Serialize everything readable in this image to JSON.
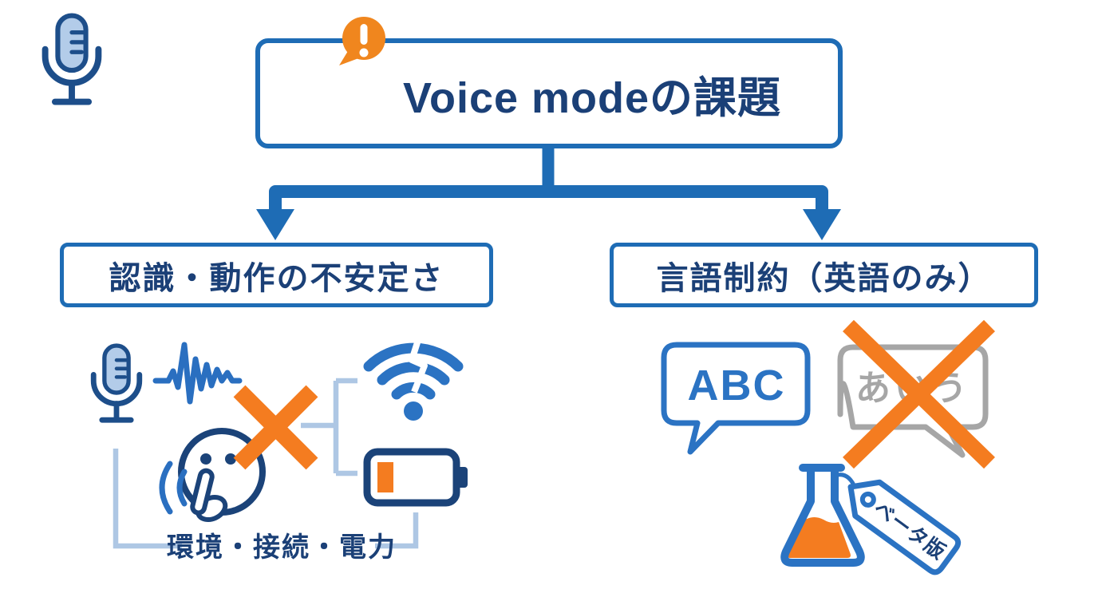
{
  "diagram": {
    "root": {
      "title": "Voice modeの課題",
      "alert_mark": "!",
      "icons": [
        "microphone-icon",
        "alert-speech-bubble-icon"
      ]
    },
    "left_branch": {
      "title": "認識・動作の不安定さ",
      "caption": "環境・接続・電力",
      "icons": [
        "microphone-icon",
        "waveform-icon",
        "cross-icon",
        "shushing-face-icon",
        "broken-wifi-icon",
        "low-battery-icon"
      ]
    },
    "right_branch": {
      "title": "言語制約（英語のみ）",
      "english_bubble_text": "ABC",
      "japanese_bubble_text": "あいう",
      "beta_tag_text": "ベータ版",
      "icons": [
        "speech-bubble-icon",
        "crossed-speech-bubble-icon",
        "cross-icon",
        "flask-icon",
        "beta-tag-icon"
      ]
    },
    "colors": {
      "primary_blue": "#1e6cb5",
      "bright_blue": "#2b73c3",
      "navy_text": "#1b4077",
      "navy_icon": "#1b4379",
      "orange": "#f47c20",
      "light_blue_fill": "#b3cce9",
      "pale_connector_line": "#aec7e4",
      "gray": "#a6a6a6"
    }
  }
}
